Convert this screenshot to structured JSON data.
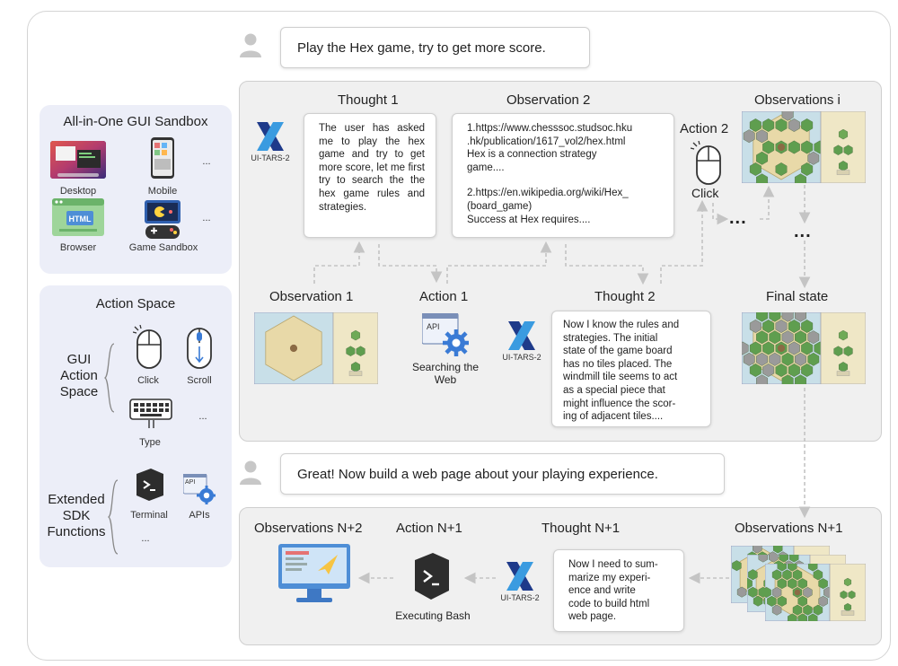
{
  "prompts": {
    "first": "Play the Hex game, try to get more score.",
    "second": "Great! Now build a web page about your playing experience."
  },
  "sandbox": {
    "title": "All-in-One GUI Sandbox",
    "items": [
      "Desktop",
      "Mobile",
      "Browser",
      "Game Sandbox"
    ],
    "more": "..."
  },
  "action_space": {
    "title": "Action Space",
    "gui_label": "GUI Action Space",
    "gui_items": [
      "Click",
      "Scroll",
      "Type"
    ],
    "sdk_label": "Extended SDK Functions",
    "sdk_items": [
      "Terminal",
      "APIs"
    ],
    "more": "...",
    "html_tag": "HTML",
    "api_tag": "API"
  },
  "agent": {
    "name": "UI-TARS-2"
  },
  "flow": {
    "thought1": {
      "title": "Thought 1",
      "text": "The user has asked me to play the hex game and try to get more score, let me first try to search the the hex game rules and strategies."
    },
    "observation2": {
      "title": "Observation 2",
      "lines": [
        "1.https://www.chesssoc.studsoc.hku",
        ".hk/publication/1617_vol2/hex.html",
        "Hex is a connection strategy",
        "game....",
        "2.https://en.wikipedia.org/wiki/Hex_",
        "(board_game)",
        "Success at Hex requires...."
      ]
    },
    "action2": {
      "title": "Action 2",
      "label": "Click"
    },
    "observations_i": {
      "title": "Observations i"
    },
    "observation1": {
      "title": "Observation 1"
    },
    "action1": {
      "title": "Action 1",
      "label": "Searching the Web",
      "api_tag": "API"
    },
    "thought2": {
      "title": "Thought 2",
      "lines": [
        "Now I know the rules and",
        "strategies. The initial",
        "state of the game board",
        "has no tiles placed. The",
        "windmill tile seems to act",
        "as a special piece that",
        "might influence the scor-",
        "ing of adjacent tiles...."
      ]
    },
    "final_state": {
      "title": "Final state"
    },
    "observations_n2": {
      "title": "Observations N+2"
    },
    "action_n1": {
      "title": "Action N+1",
      "label": "Executing Bash"
    },
    "thought_n1": {
      "title": "Thought N+1",
      "lines": [
        "Now I need to sum-",
        "marize my experi-",
        "ence and write",
        "code to build html",
        "web page."
      ]
    },
    "observations_n1": {
      "title": "Observations N+1"
    },
    "ellipsis": "..."
  },
  "colors": {
    "accent_blue": "#3a7bd5",
    "panel_bg": "#eceef8",
    "gray_panel": "#f0f0f0",
    "hex_green": "#5f9e4f",
    "hex_gray": "#9a9a9a",
    "board_water": "#c8dfe8"
  }
}
